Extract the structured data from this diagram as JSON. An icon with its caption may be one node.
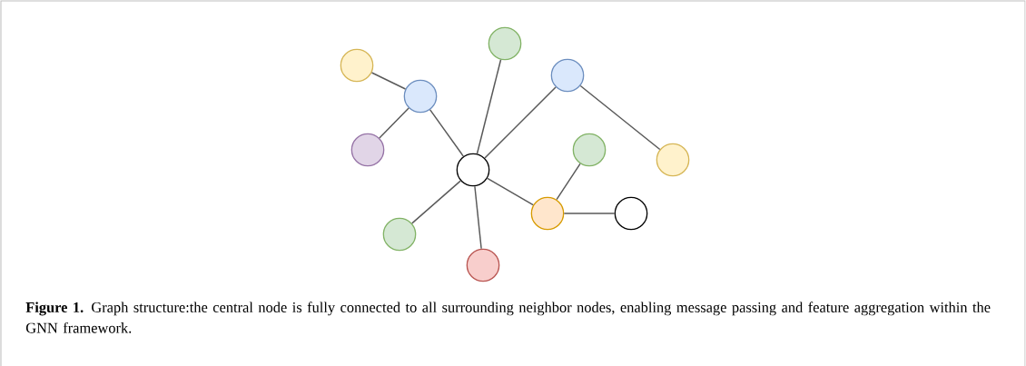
{
  "diagram": {
    "caption": "**Figure 1.** Graph structure:the central node is fully connected to all surrounding neighbor nodes, enabling message passing and feature aggregation within the GNN framework.",
    "nodes": [
      {
        "text": [],
        "shape": "circle"
      },
      {
        "text": [],
        "shape": "circle"
      },
      {
        "text": [],
        "shape": "circle"
      },
      {
        "text": [],
        "shape": "circle"
      },
      {
        "text": [],
        "shape": "circle"
      },
      {
        "text": [],
        "shape": "circle"
      },
      {
        "text": [],
        "shape": "circle"
      },
      {
        "text": [],
        "shape": "circle"
      },
      {
        "text": [],
        "shape": "circle"
      },
      {
        "text": [],
        "shape": "circle"
      },
      {
        "text": [],
        "shape": "circle"
      },
      {
        "text": [],
        "shape": "circle"
      }
    ],
    "edges": [
      {
        "from": 0,
        "to": 3,
        "arrow": "none"
      },
      {
        "from": 3,
        "to": 1,
        "arrow": "none"
      },
      {
        "from": 3,
        "to": 4,
        "arrow": "none"
      },
      {
        "from": 4,
        "to": 6,
        "arrow": "none"
      },
      {
        "from": 4,
        "to": 8,
        "arrow": "none"
      },
      {
        "from": 8,
        "to": 11,
        "arrow": "none"
      },
      {
        "from": 4,
        "to": 2,
        "arrow": "none"
      },
      {
        "from": 4,
        "to": 5,
        "arrow": "none"
      },
      {
        "from": 4,
        "to": 7,
        "arrow": "none"
      },
      {
        "from": 7,
        "to": 9,
        "arrow": "none"
      },
      {
        "from": 7,
        "to": 10,
        "arrow": "none"
      }
    ]
  }
}
